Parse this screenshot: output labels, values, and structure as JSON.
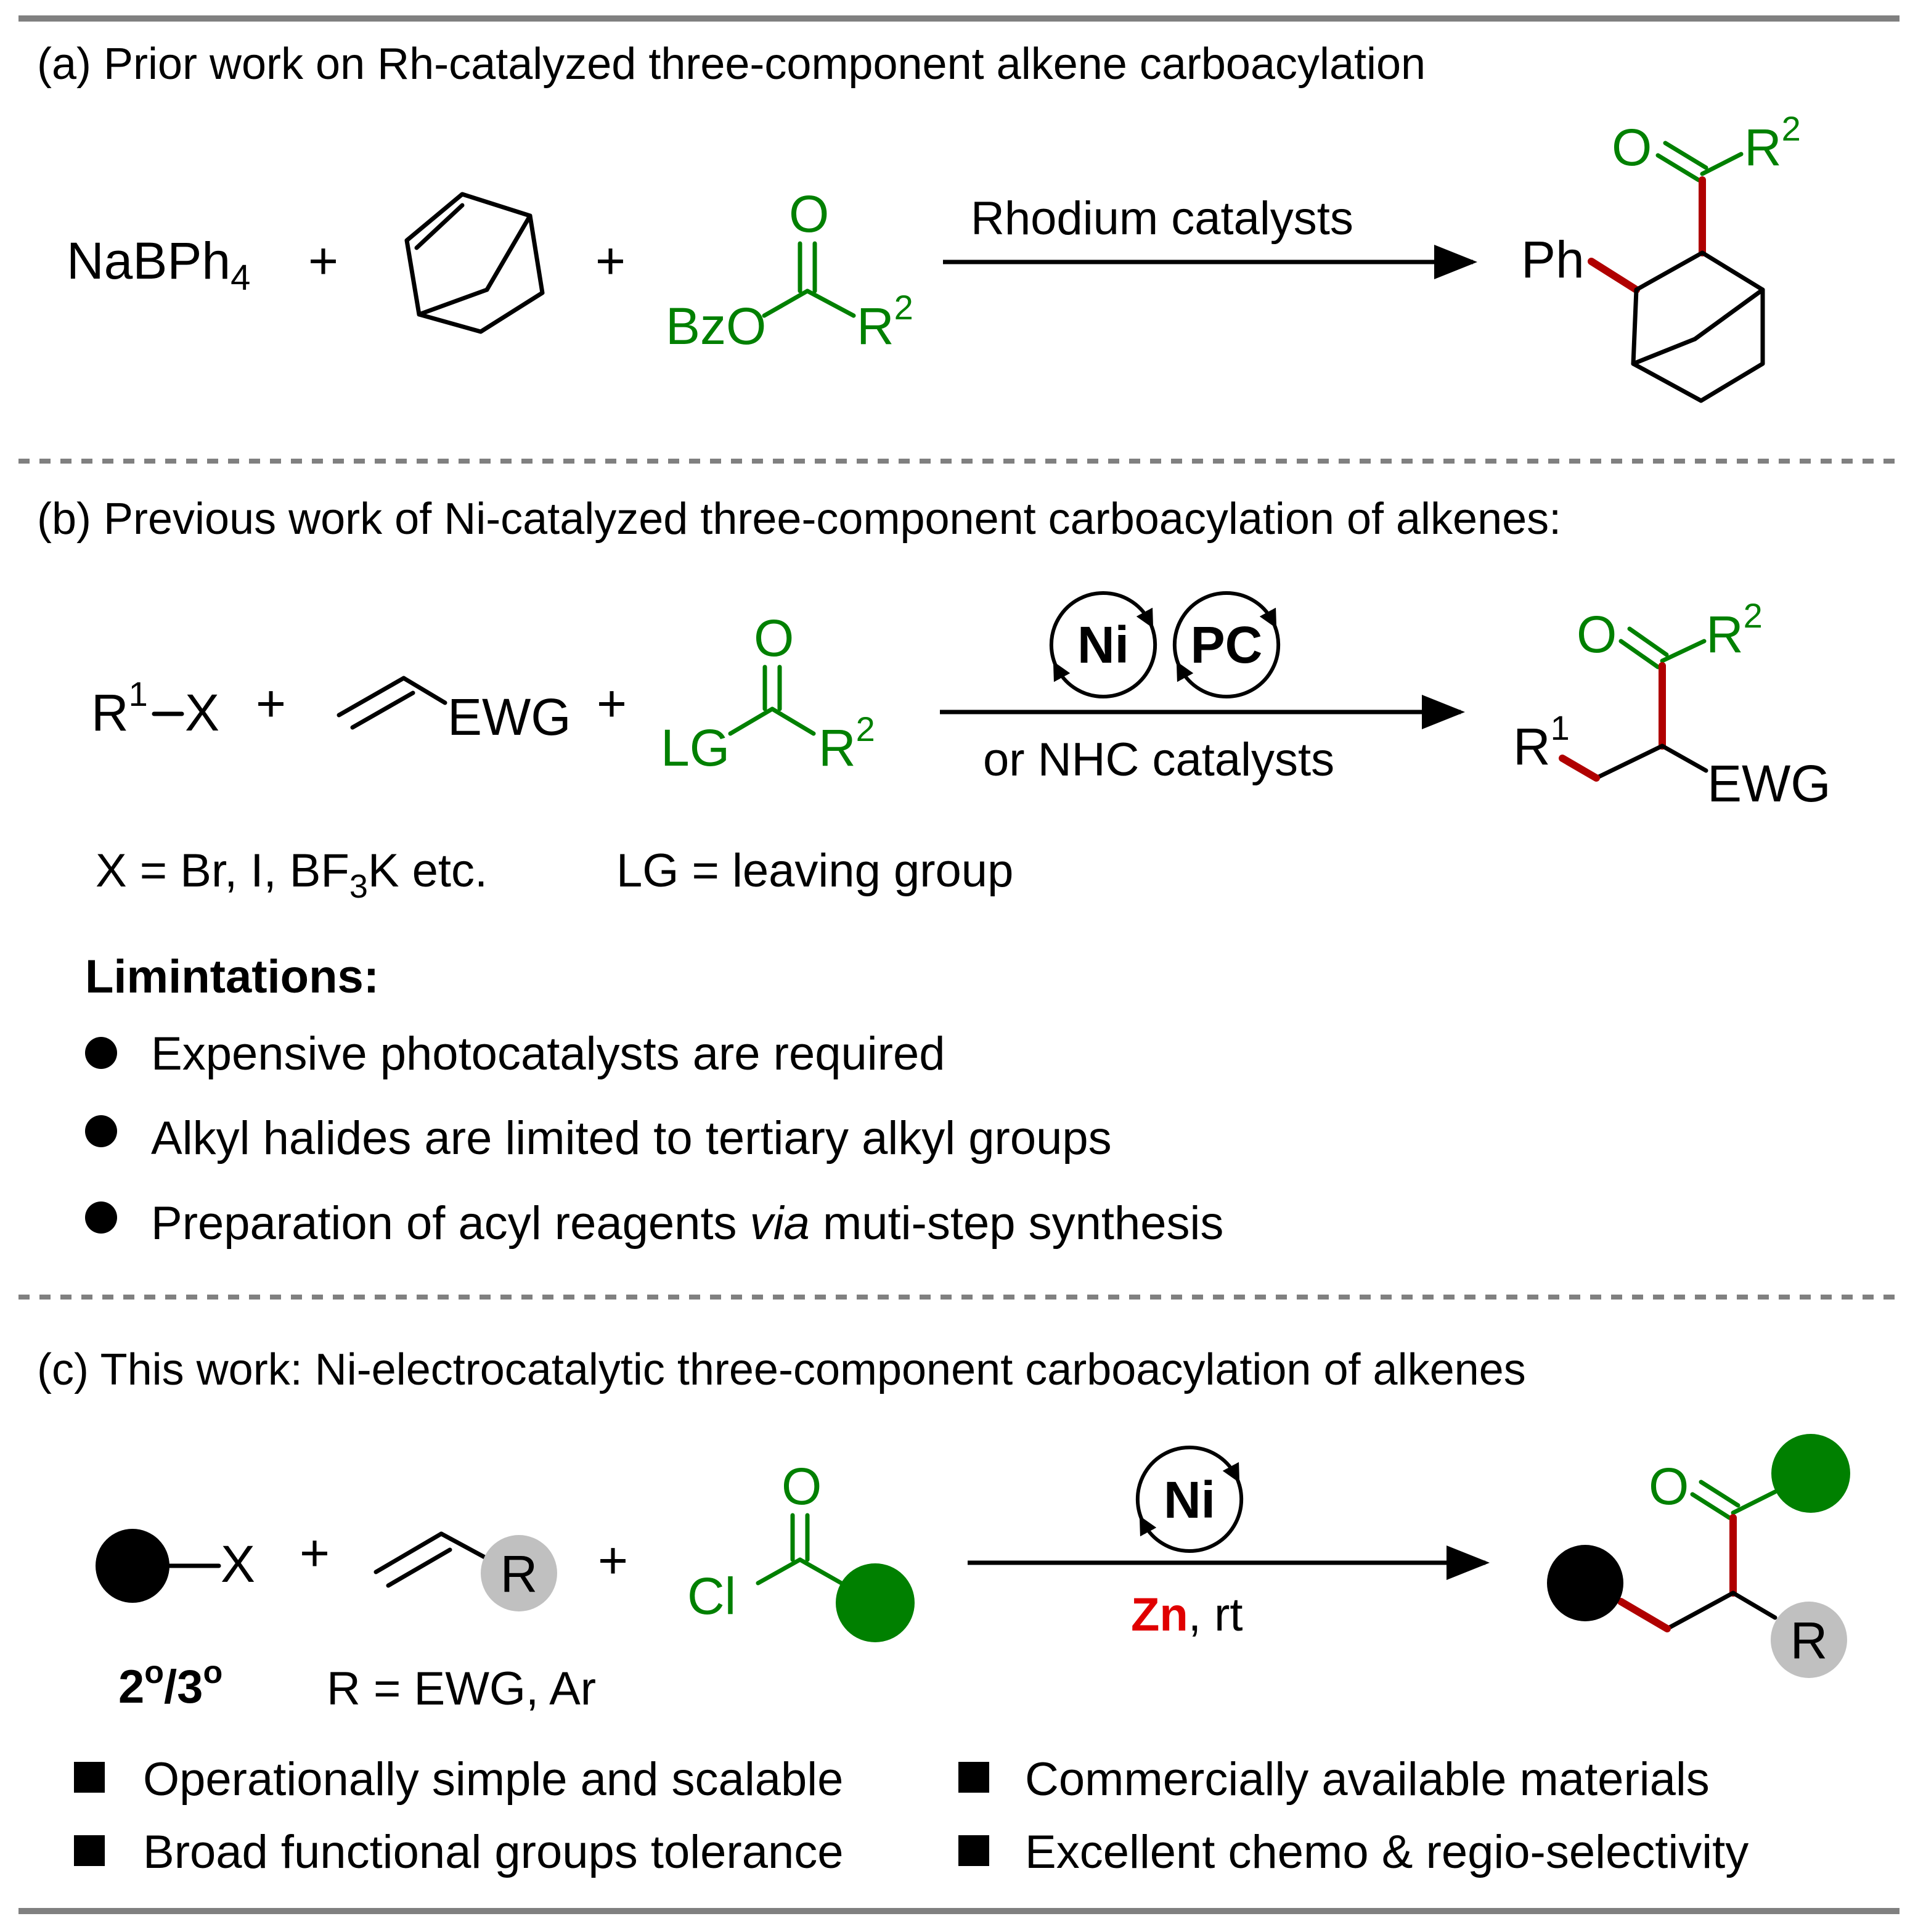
{
  "sections": {
    "a": {
      "heading": "(a) Prior work on Rh-catalyzed three-component alkene carboacylation",
      "reagent_boron": "NaBPh",
      "reagent_boron_sub": "4",
      "plus": "+",
      "acyl_O": "O",
      "acyl_leaving": "BzO",
      "acyl_R": "R",
      "acyl_R_sup": "2",
      "arrow_label": "Rhodium catalysts",
      "product_O": "O",
      "product_R": "R",
      "product_R_sup": "2",
      "product_Ph": "Ph"
    },
    "b": {
      "heading": "(b) Previous work of Ni-catalyzed three-component carboacylation of alkenes:",
      "r1": "R",
      "r1_sup": "1",
      "x": "X",
      "plus": "+",
      "ewg": "EWG",
      "acyl_O": "O",
      "acyl_LG": "LG",
      "acyl_R": "R",
      "acyl_R_sup": "2",
      "cat1": "Ni",
      "cat2": "PC",
      "arrow_label_below": "or NHC catalysts",
      "product_O": "O",
      "product_R2": "R",
      "product_R2_sup": "2",
      "product_R1": "R",
      "product_R1_sup": "1",
      "product_EWG": "EWG",
      "note_x_prefix": "X = Br, I, BF",
      "note_x_sub": "3",
      "note_x_suffix": "K etc.",
      "note_lg": "LG = leaving group",
      "limitations_title": "Limintations:",
      "limitation_1": "Expensive photocatalysts are required",
      "limitation_2": "Alkyl halides are limited to tertiary alkyl groups",
      "limitation_3_pre": "Preparation of acyl reagents ",
      "limitation_3_it": "via",
      "limitation_3_post": " muti-step synthesis"
    },
    "c": {
      "heading": "(c) This work: Ni-electrocatalytic three-component carboacylation of alkenes",
      "x": "X",
      "plus": "+",
      "r": "R",
      "acyl_O": "O",
      "acyl_Cl": "Cl",
      "cat": "Ni",
      "reductant": "Zn",
      "conditions": ", rt",
      "product_O": "O",
      "product_R": "R",
      "degree_2": "2",
      "degree_sep": "/3",
      "degree_o": "o",
      "r_definition": "R = EWG, Ar",
      "feature_1": "Operationally simple and scalable",
      "feature_2": "Commercially available materials",
      "feature_3": "Broad functional groups tolerance",
      "feature_4": "Excellent chemo & regio-selectivity"
    }
  },
  "colors": {
    "acyl_green": "#008000",
    "bond_red": "#b00000",
    "zn_red": "#e00000",
    "r_gray": "#c0c0c0",
    "rule_gray": "#808080"
  }
}
